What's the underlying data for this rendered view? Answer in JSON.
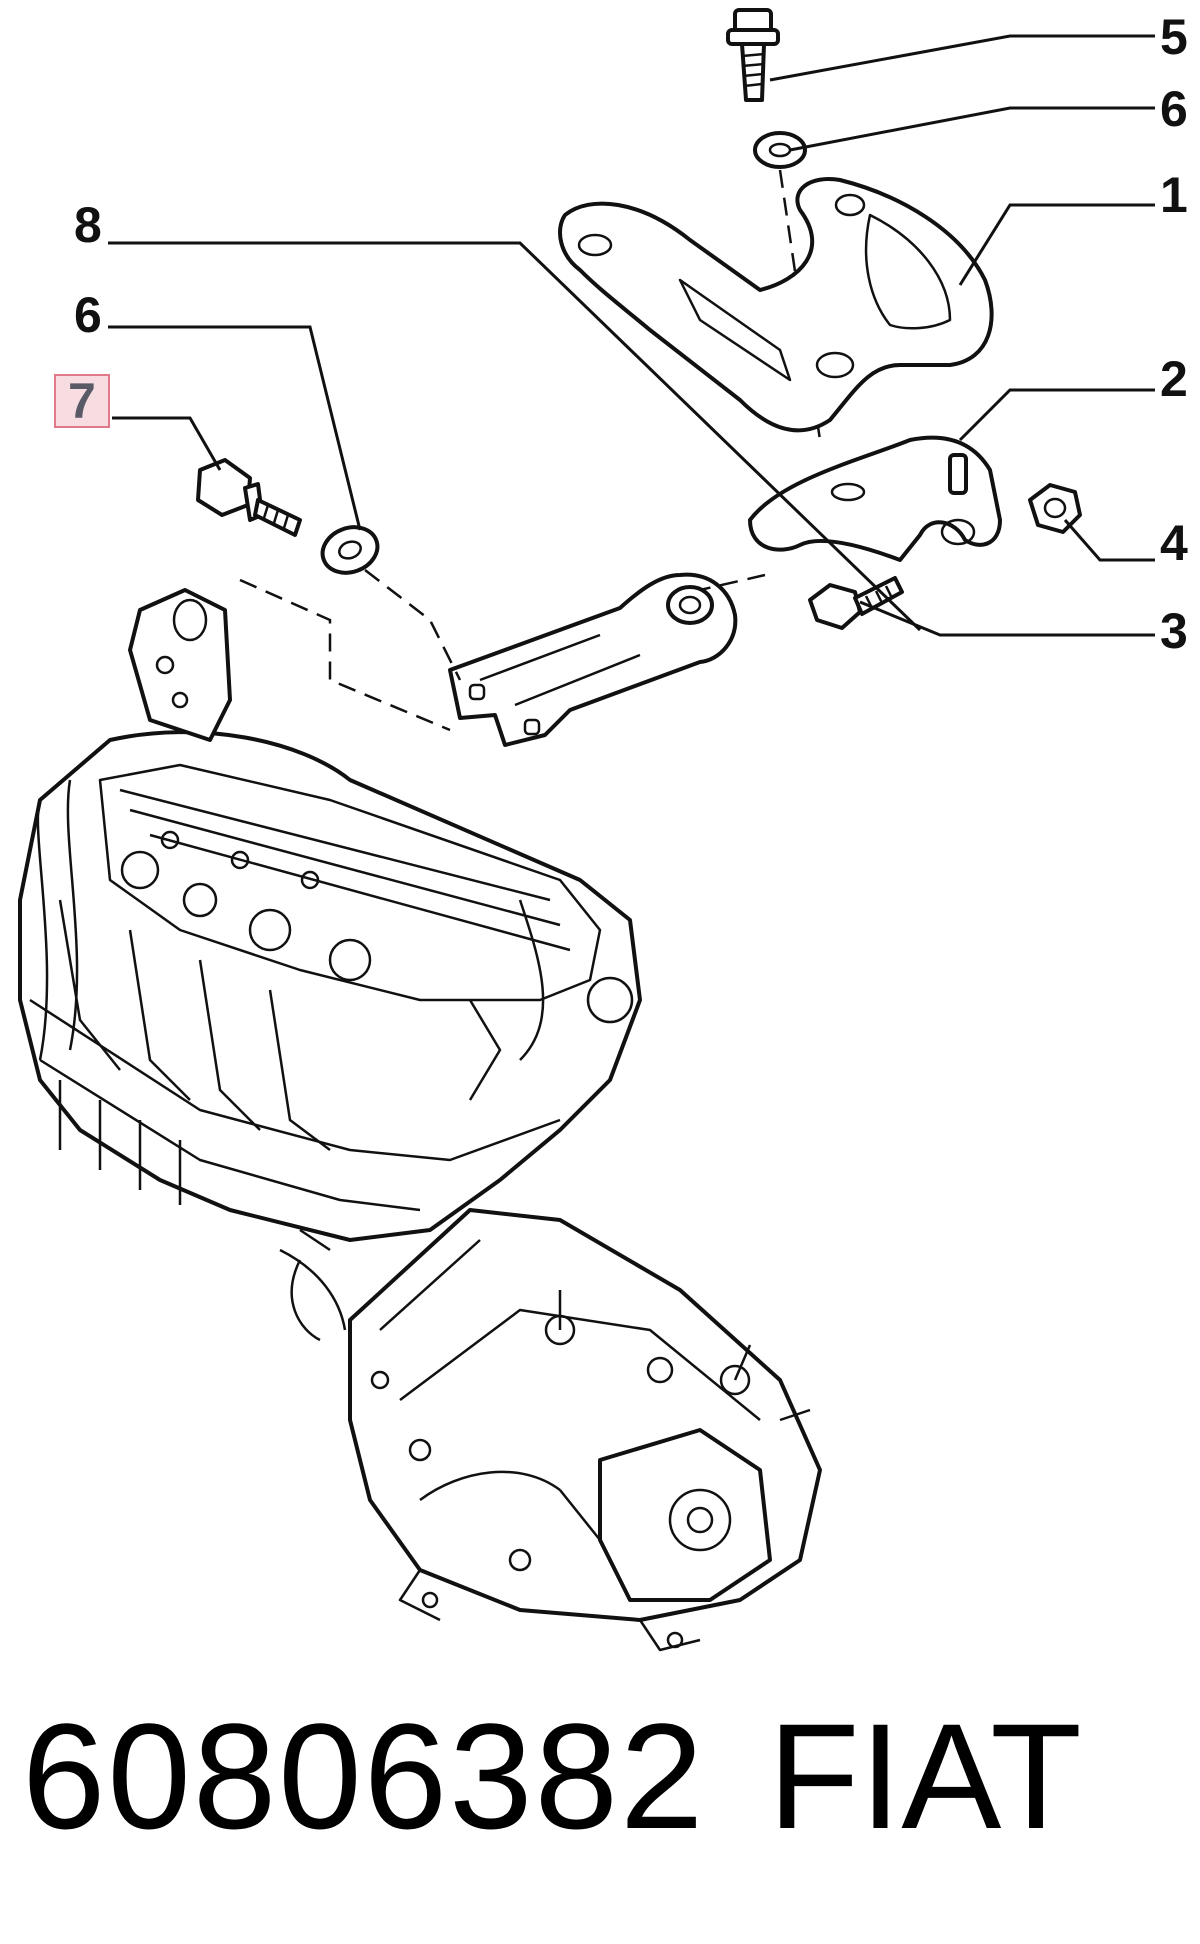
{
  "callouts": {
    "c5": "5",
    "c6_top": "6",
    "c1": "1",
    "c8": "8",
    "c6_left": "6",
    "c7": "7",
    "c2": "2",
    "c4": "4",
    "c3": "3"
  },
  "highlight": {
    "callout": "7",
    "border_color": "#e07a8a",
    "fill_color": "#f7dde2"
  },
  "caption": {
    "part_number": "60806382",
    "brand": "FIAT"
  }
}
